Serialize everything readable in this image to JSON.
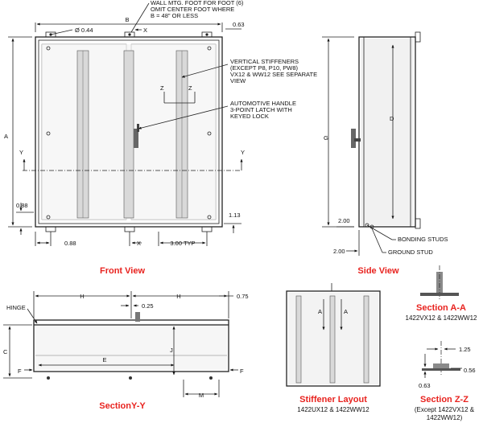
{
  "front_view": {
    "title": "Front View",
    "dims": {
      "b": "B",
      "a": "A",
      "hole": "Ø 0.44",
      "x_top": "X",
      "x_bottom": "X",
      "d063": "0.63",
      "d088_side": "0.88",
      "d088_bottom": "0.88",
      "d113": "1.13",
      "d300": "3.00 TYP",
      "y_left": "Y",
      "y_right": "Y",
      "z_left": "Z",
      "z_right": "Z"
    },
    "notes": {
      "foot": [
        "WALL MTG. FOOT FOR FOOT (6)",
        "OMIT CENTER FOOT WHERE",
        "B = 48\" OR LESS"
      ],
      "stiffeners": [
        "VERTICAL STIFFENERS",
        "(EXCEPT P8, P10, PW8)",
        "VX12 & WW12 SEE SEPARATE",
        "VIEW"
      ],
      "handle": [
        "AUTOMOTIVE HANDLE",
        "3-POINT LATCH WITH",
        "KEYED LOCK"
      ]
    }
  },
  "side_view": {
    "title": "Side View",
    "dims": {
      "g": "G",
      "d": "D",
      "d200_a": "2.00",
      "d200_b": "2.00"
    },
    "notes": {
      "bonding": "BONDING STUDS",
      "ground": "GROUND STUD"
    }
  },
  "section_yy": {
    "title": "SectionY-Y",
    "dims": {
      "h_left": "H",
      "h_right": "H",
      "d025": "0.25",
      "d075": "0.75",
      "c": "C",
      "e": "E",
      "j": "J",
      "f_left": "F",
      "f_right": "F",
      "m": "M"
    },
    "notes": {
      "hinge": "HINGE"
    }
  },
  "stiffener_layout": {
    "title": "Stiffener Layout",
    "subtitle": "1422UX12 & 1422WW12",
    "dims": {
      "a_left": "A",
      "a_right": "A"
    }
  },
  "section_aa": {
    "title": "Section A-A",
    "subtitle": "1422VX12 & 1422WW12"
  },
  "section_zz": {
    "title": "Section Z-Z",
    "subtitle1": "(Except 1422VX12 &",
    "subtitle2": "1422WW12)",
    "dims": {
      "d125": "1.25",
      "d056": "0.56",
      "d063": "0.63"
    }
  }
}
